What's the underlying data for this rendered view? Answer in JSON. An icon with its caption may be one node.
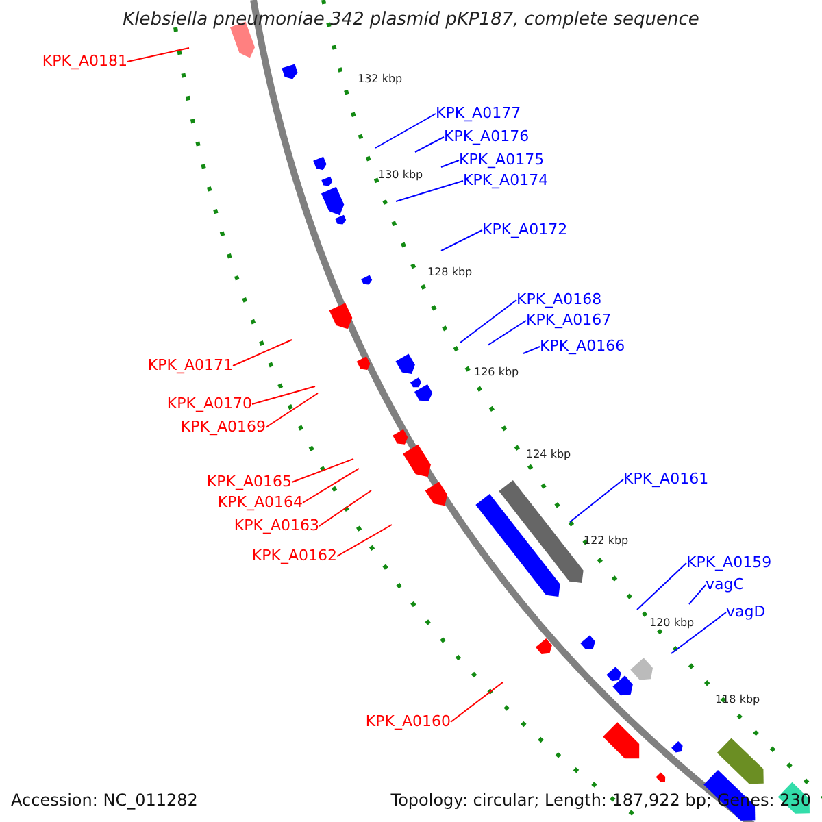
{
  "diagram": {
    "title": "Klebsiella pneumoniae 342 plasmid pKP187, complete sequence",
    "nodes": [
      {
        "text": [
          "KPK_A0181"
        ]
      },
      {
        "text": [
          "KPK_A0177"
        ]
      },
      {
        "text": [
          "KPK_A0176"
        ]
      },
      {
        "text": [
          "KPK_A0175"
        ]
      },
      {
        "text": [
          "KPK_A0174"
        ]
      },
      {
        "text": [
          "KPK_A0172"
        ]
      },
      {
        "text": [
          "KPK_A0168"
        ]
      },
      {
        "text": [
          "KPK_A0167"
        ]
      },
      {
        "text": [
          "KPK_A0166"
        ]
      },
      {
        "text": [
          "KPK_A0171"
        ]
      },
      {
        "text": [
          "KPK_A0170"
        ]
      },
      {
        "text": [
          "KPK_A0169"
        ]
      },
      {
        "text": [
          "KPK_A0165"
        ]
      },
      {
        "text": [
          "KPK_A0164"
        ]
      },
      {
        "text": [
          "KPK_A0161"
        ]
      },
      {
        "text": [
          "KPK_A0163"
        ]
      },
      {
        "text": [
          "KPK_A0162"
        ]
      },
      {
        "text": [
          "KPK_A0159"
        ]
      },
      {
        "text": [
          "vagC"
        ]
      },
      {
        "text": [
          "vagD"
        ]
      },
      {
        "text": [
          "KPK_A0160"
        ]
      }
    ],
    "edges": [
      {
        "from": 0,
        "to": null,
        "arrow": "none",
        "color": "#ff0000"
      },
      {
        "from": 1,
        "to": null,
        "arrow": "none"
      },
      {
        "from": 2,
        "to": null,
        "arrow": "none"
      },
      {
        "from": 3,
        "to": null,
        "arrow": "none"
      },
      {
        "from": 4,
        "to": null,
        "arrow": "none"
      },
      {
        "from": 5,
        "to": null,
        "arrow": "none"
      },
      {
        "from": 6,
        "to": null,
        "arrow": "none"
      },
      {
        "from": 7,
        "to": null,
        "arrow": "none"
      },
      {
        "from": 8,
        "to": null,
        "arrow": "none"
      },
      {
        "from": 9,
        "to": null,
        "arrow": "none",
        "color": "#ff0000"
      },
      {
        "from": 10,
        "to": null,
        "arrow": "none",
        "color": "#ff0000"
      },
      {
        "from": 11,
        "to": null,
        "arrow": "none",
        "color": "#ff0000"
      },
      {
        "from": 12,
        "to": null,
        "arrow": "none",
        "color": "#ff0000"
      },
      {
        "from": 13,
        "to": null,
        "arrow": "none",
        "color": "#ff0000"
      },
      {
        "from": 14,
        "to": null,
        "arrow": "none"
      },
      {
        "from": 15,
        "to": null,
        "arrow": "none",
        "color": "#ff0000"
      },
      {
        "from": 16,
        "to": null,
        "arrow": "none",
        "color": "#ff0000"
      },
      {
        "from": 17,
        "to": null,
        "arrow": "none"
      },
      {
        "from": 18,
        "to": null,
        "arrow": "none"
      },
      {
        "from": 19,
        "to": null,
        "arrow": "none"
      },
      {
        "from": 20,
        "to": null,
        "arrow": "none",
        "color": "#ff0000"
      }
    ],
    "labels": [
      "132 kbp",
      "130 kbp",
      "128 kbp",
      "126 kbp",
      "124 kbp",
      "122 kbp",
      "120 kbp",
      "118 kbp",
      "Accession: NC_011282",
      "Topology: circular; Length: 187,922 bp; Genes: 230"
    ]
  }
}
